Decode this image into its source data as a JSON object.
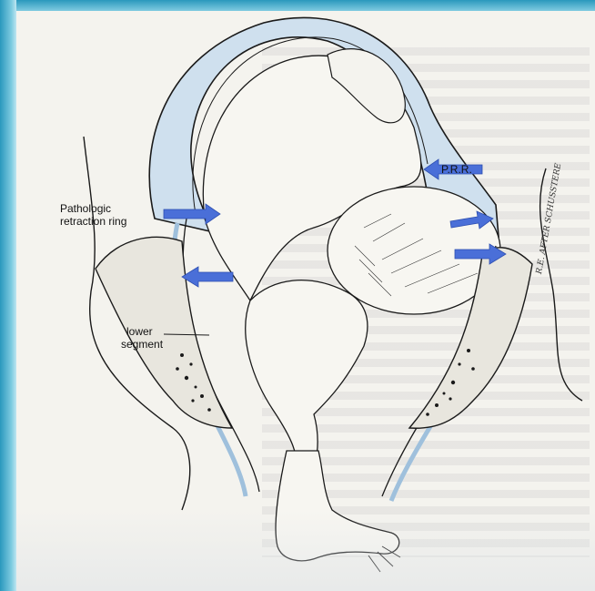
{
  "labels": {
    "prr": "P.R.R.",
    "pathologic_line1": "Pathologic",
    "pathologic_line2": "retraction ring",
    "lower_line1": "lower",
    "lower_line2": "segment"
  },
  "signature": "R.E. AFTER SCHUSSTERE",
  "colors": {
    "frame": "#2a98bd",
    "arrow": "#4a6fd8",
    "uterine_wall": "#cfe0ee",
    "ink": "#1a1a1a"
  }
}
